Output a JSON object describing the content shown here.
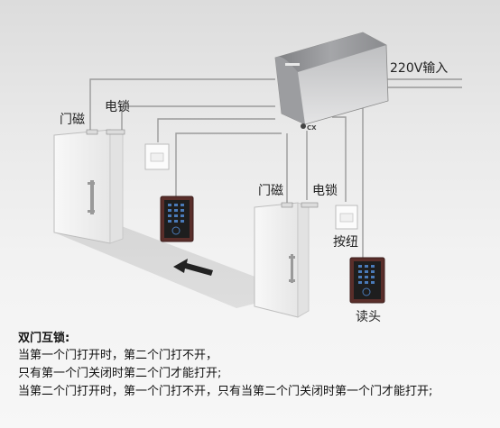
{
  "colors": {
    "background_top": "#dcdcdc",
    "background_bottom": "#f7f7f7",
    "wire": "#9a9a9a",
    "door": "#f4f4f4",
    "door_edge": "#bdbdbd",
    "controller": "#8f9092",
    "arrow": "#222222"
  },
  "labels": {
    "power_input": "220V输入",
    "door_magnet_1": "门磁",
    "electric_lock_1": "电锁",
    "door_magnet_2": "门磁",
    "electric_lock_2": "电锁",
    "exit_button": "按纽",
    "card_reader": "读头"
  },
  "icons": {
    "controller": "access-controller-icon",
    "door": "door-icon",
    "reader": "card-reader-icon",
    "button": "exit-button-icon",
    "arrow": "direction-arrow-icon"
  },
  "caption": {
    "title": "双门互锁:",
    "lines": [
      "当第一个门打开时，第二个门打不开，",
      "只有第一个门关闭时第二个门才能打开;",
      "当第二个门打开时，第一个门打不开，只有当第二个门关闭时第一个门才能打开;"
    ]
  }
}
